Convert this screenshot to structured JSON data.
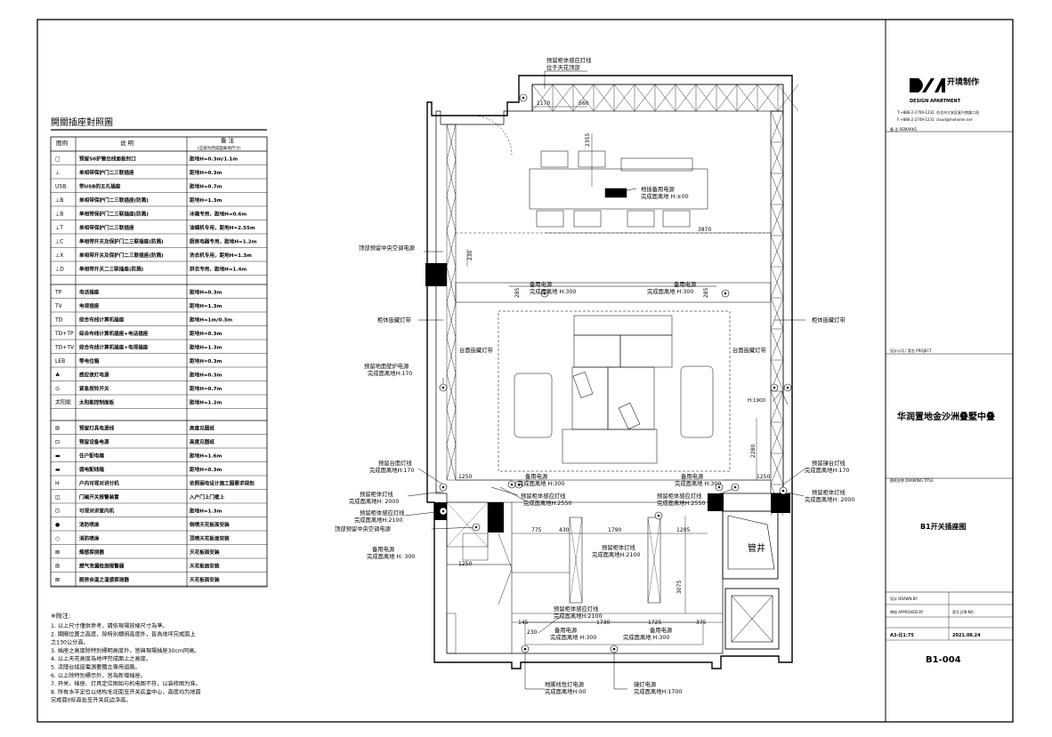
{
  "legend": {
    "title": "開關插座對照圖",
    "head_icon": "图例",
    "head_desc": "说 明",
    "head_remark": "备 注",
    "head_remark_sub": "(全部为完成面离地尺寸)",
    "rows1": [
      {
        "icon": "□",
        "desc": "预留50护管出线面板封口",
        "remark": "距地H=0.3m/1.1m"
      },
      {
        "icon": "⊥",
        "desc": "单相带保护门二三联插座",
        "remark": "距地H=0.3m"
      },
      {
        "icon": "USB",
        "desc": "带USB的五孔插座",
        "remark": "距地H=0.7m"
      },
      {
        "icon": "⊥B",
        "desc": "单相带保护门二三联插座(防溅)",
        "remark": "距地H=1.3m"
      },
      {
        "icon": "⊥B",
        "desc": "单相带保护门二三联插座(防溅)",
        "remark": "冰箱专用，距地H=0.6m"
      },
      {
        "icon": "⊥T",
        "desc": "单相带保护门二三联插座",
        "remark": "油烟机专用，距地H=2.55m"
      },
      {
        "icon": "⊥C",
        "desc": "单相带开关及保护门二三联插座(防溅)",
        "remark": "厨房电器专用，距地H=1.2m"
      },
      {
        "icon": "⊥X",
        "desc": "单相带开关及保护门二三联插座(防溅)",
        "remark": "洗衣机专用，距地H=1.3m"
      },
      {
        "icon": "⊥D",
        "desc": "单相带开关二三联插座(防溅)",
        "remark": "烘衣专用，距地H=1.4m"
      }
    ],
    "rows2": [
      {
        "icon": "TP",
        "desc": "电话插座",
        "remark": "距地H=0.3m"
      },
      {
        "icon": "TV",
        "desc": "电视插座",
        "remark": "距地H=1.3m"
      },
      {
        "icon": "TD",
        "desc": "综合布线计算机插座",
        "remark": "距地H=1m/0.3m"
      },
      {
        "icon": "TD+TP",
        "desc": "综合布线计算机插座+电话插座",
        "remark": "距地H=0.3m"
      },
      {
        "icon": "TD+TV",
        "desc": "综合布线计算机插座+电视插座",
        "remark": "距地H=1.3m"
      },
      {
        "icon": "LEB",
        "desc": "等电位箱",
        "remark": "距地H=0.3m"
      },
      {
        "icon": "♣",
        "desc": "感应夜灯电源",
        "remark": "距地H=0.3m"
      },
      {
        "icon": "⊙",
        "desc": "紧急按铃开关",
        "remark": "距地H=0.7m"
      },
      {
        "icon": "太阳能",
        "desc": "太阳能控制面板",
        "remark": "距地H=1.2m"
      }
    ],
    "rows3": [
      {
        "icon": "⊠",
        "desc": "预留灯具电源线",
        "remark": "高度见图纸"
      },
      {
        "icon": "⊡",
        "desc": "预留设备电源",
        "remark": "高度见图纸"
      },
      {
        "icon": "▬",
        "desc": "住户配电箱",
        "remark": "距地H=1.6m"
      },
      {
        "icon": "▬",
        "desc": "弱电配线箱",
        "remark": "距地H=0.3m"
      },
      {
        "icon": "H",
        "desc": "户内可视对讲分机",
        "remark": "依照弱电设计施工图要求规划"
      },
      {
        "icon": "◫",
        "desc": "门磁开关报警装置",
        "remark": "入户门上门框上"
      },
      {
        "icon": "⊡",
        "desc": "可视对讲室内机",
        "remark": "距地H=1.3m"
      },
      {
        "icon": "●",
        "desc": "消防喷淋",
        "remark": "侧喷天花板面安装"
      },
      {
        "icon": "○",
        "desc": "消防喷淋",
        "remark": "顶喷天花板面安装"
      },
      {
        "icon": "⊠",
        "desc": "烟感探测器",
        "remark": "天花板面安装"
      },
      {
        "icon": "⊠",
        "desc": "燃气泄漏检测报警器",
        "remark": "天花板面安装"
      },
      {
        "icon": "⊠",
        "desc": "厨房余温之温感探测器",
        "remark": "天花板面安装"
      }
    ],
    "notes_title": "※附注:",
    "notes": [
      "1. 以上尺寸僅供參考，請依現場放樣尺寸為準。",
      "2. 開關位置之高度，除特別標明高度外，皆為地坪完成面上",
      "   之130公分高。",
      "3. 插座之高度除特別標明高度外，皆與現場插座30cm同高。",
      "4. 以上天花高度為地坪完成面上之高度。",
      "5. 凌隱台插座電源要獨立專用迴路。",
      "6. 以上除特別標示外，皆為新增插座。",
      "7. 开关、插座、灯具定位图如与机电图不符，以装修图为准。",
      "8. 所有水平定位以结构毛坯面至开关底盒中心，高度均为地面",
      "完成面0标高处至开关底边净高。"
    ]
  },
  "plan": {
    "labels": {
      "cab_light_top_1": "预留柜体感应灯线",
      "cab_light_top_2": "位于天花顶部",
      "floor_power_1": "地插备用电源",
      "floor_power_2": "完成面离地 H:±00",
      "ac_power_top": "顶部预留中央空调电源",
      "spare_power_a_1": "备用电源",
      "spare_power_a_2": "完成面离地 H:300",
      "spare_power_b_1": "备用电源",
      "spare_power_b_2": "完成面离地 H:300",
      "cab_strip_left": "柜体嵌藏灯带",
      "cab_strip_right": "柜体嵌藏灯带",
      "table_strip_left": "台面嵌藏灯带",
      "table_strip_right": "台面嵌藏灯带",
      "wall_lamp_1": "预留地面壁炉电源",
      "wall_lamp_2": "完成面离地H:170",
      "h1900": "H:1900",
      "counter_l_1": "预留台面灯线",
      "counter_l_2": "完成面离地H:170",
      "counter_r_1": "预留操台灯线",
      "counter_r_2": "完成面离地H:170",
      "spare_mid_1": "备用电源",
      "spare_mid_2": "完成面离地 H:300",
      "spare_mid2_1": "备用电源",
      "spare_mid2_2": "完成面离地 H:300",
      "cab_l1_1": "预留柜体灯线",
      "cab_l1_2": "完成面离地H: 2000",
      "cab_l2_1": "预留柜体感应灯线",
      "cab_l2_2": "完成面离地H:2100",
      "ac_power_mid": "顶部预留中央空调电源",
      "cab_s1_1": "预留柜体感应灯线",
      "cab_s1_2": "完成面离地H:2550",
      "cab_s2_1": "预留柜体感应灯线",
      "cab_s2_2": "完成面离地H:2550",
      "cab_r1_1": "预留柜体灯线",
      "cab_r1_2": "完成面离地H: 2000",
      "spare_low_1": "备用电源",
      "spare_low_2": "完成面离地 H: 300",
      "cab_mid_1": "预留柜体灯线",
      "cab_mid_2": "完成面离地H:2100",
      "cab_mid2_1": "预留柜体感应灯线",
      "cab_mid2_2": "完成面离地H:2100",
      "spare_bot_1": "备用电源",
      "spare_bot_2": "完成面离地 H:300",
      "spare_bot2_1": "备用电源",
      "spare_bot2_2": "完成面离地 H:300",
      "foot_light_1": "地脚线性灯电源",
      "foot_light_2": "完成面离地H:00",
      "mirror_1": "镜灯电源",
      "mirror_2": "完成面离地H:1700",
      "shaft": "管井"
    },
    "dims": {
      "d1170": "1170",
      "d560": "560",
      "d2355": "2355",
      "d3870": "3870",
      "d230": "230",
      "d285a": "285",
      "d285b": "285",
      "d1250a": "1250",
      "d1250b": "1250",
      "d2280": "2280",
      "d775": "775",
      "d430": "430",
      "d1790": "1790",
      "d1205": "1205",
      "d3075": "3075",
      "d1250c": "1250",
      "d145": "145",
      "d1730": "1730",
      "d1725": "1725",
      "d375": "375",
      "d230b": "230"
    }
  },
  "title_block": {
    "brand_cn": "开境制作",
    "brand_en": "DESIGN APARTMENT",
    "tel1": "T:+886-2-2709-1232",
    "addr": "台北市大安区复兴南路二段",
    "fax": "F:+886-2-2709-1233",
    "email": "cloud@mxhome.net",
    "remarks": "备 注 REMARKS",
    "project_code": "设计公司 / 案名 PROJECT",
    "project": "华润置地金沙洲叠墅中叠",
    "drawing_title_label": "图纸名称 DRAWING TITLE",
    "drawing_title": "B1开关插座图",
    "drawn_label": "设计 DRAWN BY",
    "approved_label": "审核 APPROVED BY",
    "job_label": "案号 JOB NO",
    "scale": "A3-比1:75",
    "date": "2021.08.24",
    "drawing_no": "B1-004"
  }
}
